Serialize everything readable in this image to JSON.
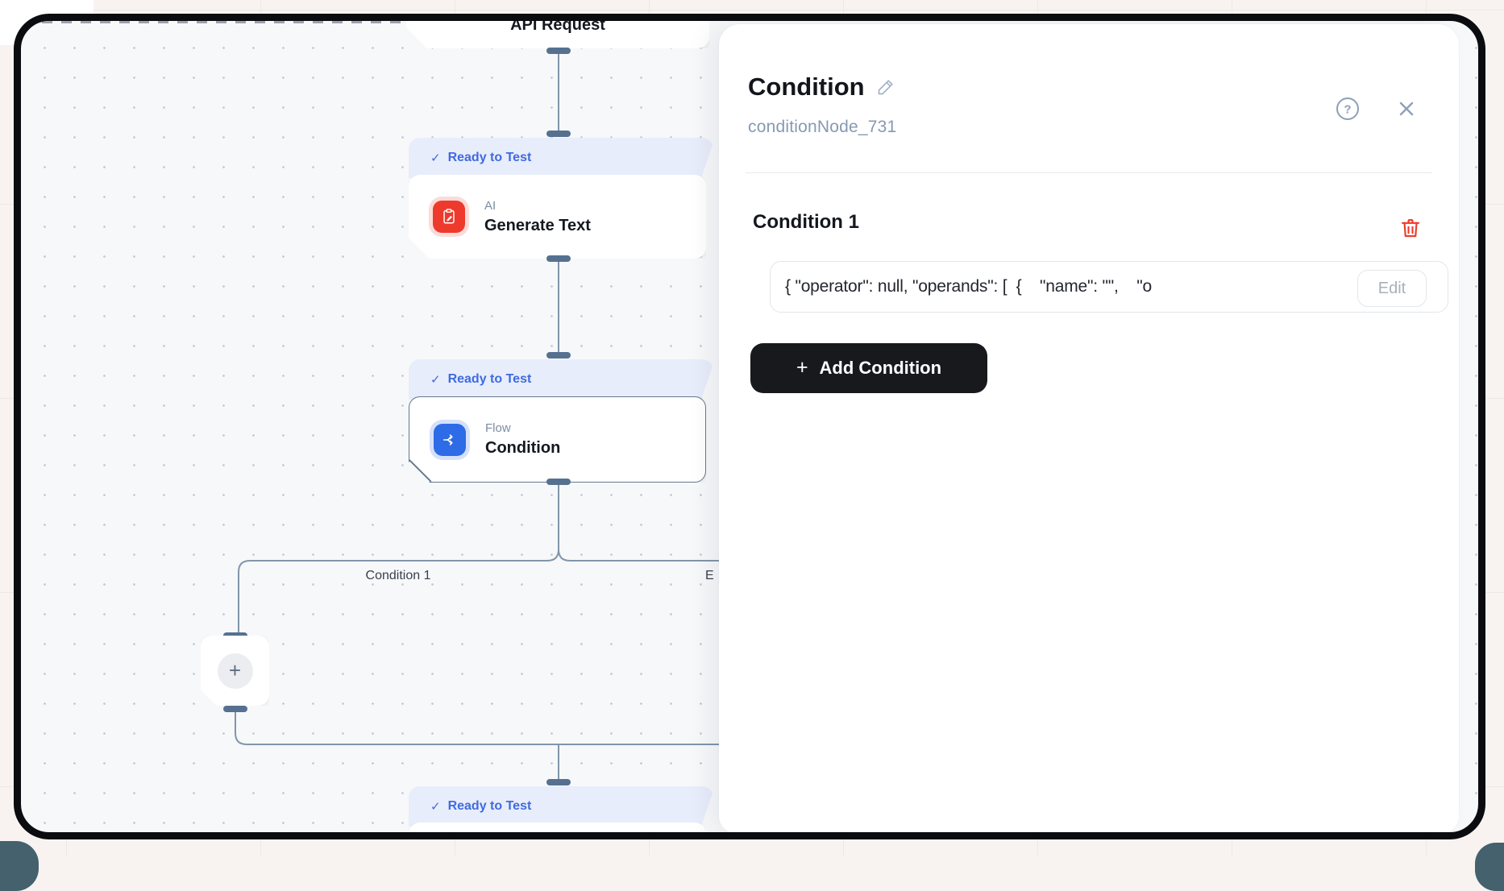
{
  "canvas": {
    "api_node": {
      "title": "API Request"
    },
    "ai_node": {
      "status_check": "✓",
      "status": "Ready to Test",
      "category": "AI",
      "title": "Generate Text"
    },
    "condition_node": {
      "status_check": "✓",
      "status": "Ready to Test",
      "category": "Flow",
      "title": "Condition"
    },
    "bottom_node": {
      "status_check": "✓",
      "status": "Ready to Test"
    },
    "branch_labels": {
      "left": "Condition 1",
      "right": "E"
    },
    "add_step_glyph": "+"
  },
  "panel": {
    "title": "Condition",
    "node_id": "conditionNode_731",
    "help_glyph": "?",
    "condition_section": {
      "heading": "Condition 1",
      "value_preview": "{ \"operator\": null, \"operands\": [  {    \"name\": \"\",    \"o",
      "edit_label": "Edit"
    },
    "add_condition": {
      "plus": "+",
      "label": "Add Condition"
    }
  },
  "colors": {
    "accent_blue": "#2e6be6",
    "node_red": "#ee3a2c",
    "badge_bg": "#e8edfb",
    "badge_text": "#3f6be0",
    "edge": "#8195ac",
    "handle": "#567190",
    "frame": "#0b0c0f",
    "canvas_bg": "#f7f8fa",
    "button_bg": "#17191d",
    "danger": "#ee3a2c"
  }
}
